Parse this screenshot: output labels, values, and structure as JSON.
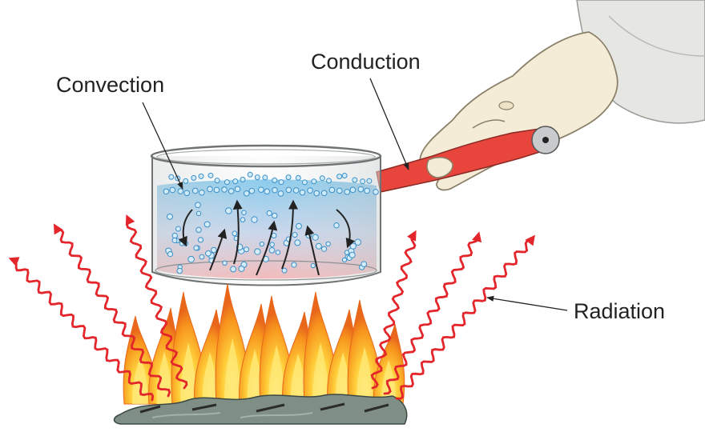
{
  "labels": {
    "convection": "Convection",
    "conduction": "Conduction",
    "radiation": "Radiation"
  },
  "colors": {
    "radiation_wave": "#e3262b",
    "water_top": "#5bb8e8",
    "water_bottom": "#f2a0a0",
    "handle": "#e8453c",
    "flame_outer": "#f7941d",
    "flame_inner": "#ffd23f",
    "coals": "#7f8f86",
    "hand": "#f4ecd6",
    "sleeve": "#e6e6e3",
    "text": "#222222"
  },
  "icons": {
    "hand": "hand-holding-handle-icon",
    "pot": "saucepan-icon",
    "fire": "campfire-icon"
  }
}
